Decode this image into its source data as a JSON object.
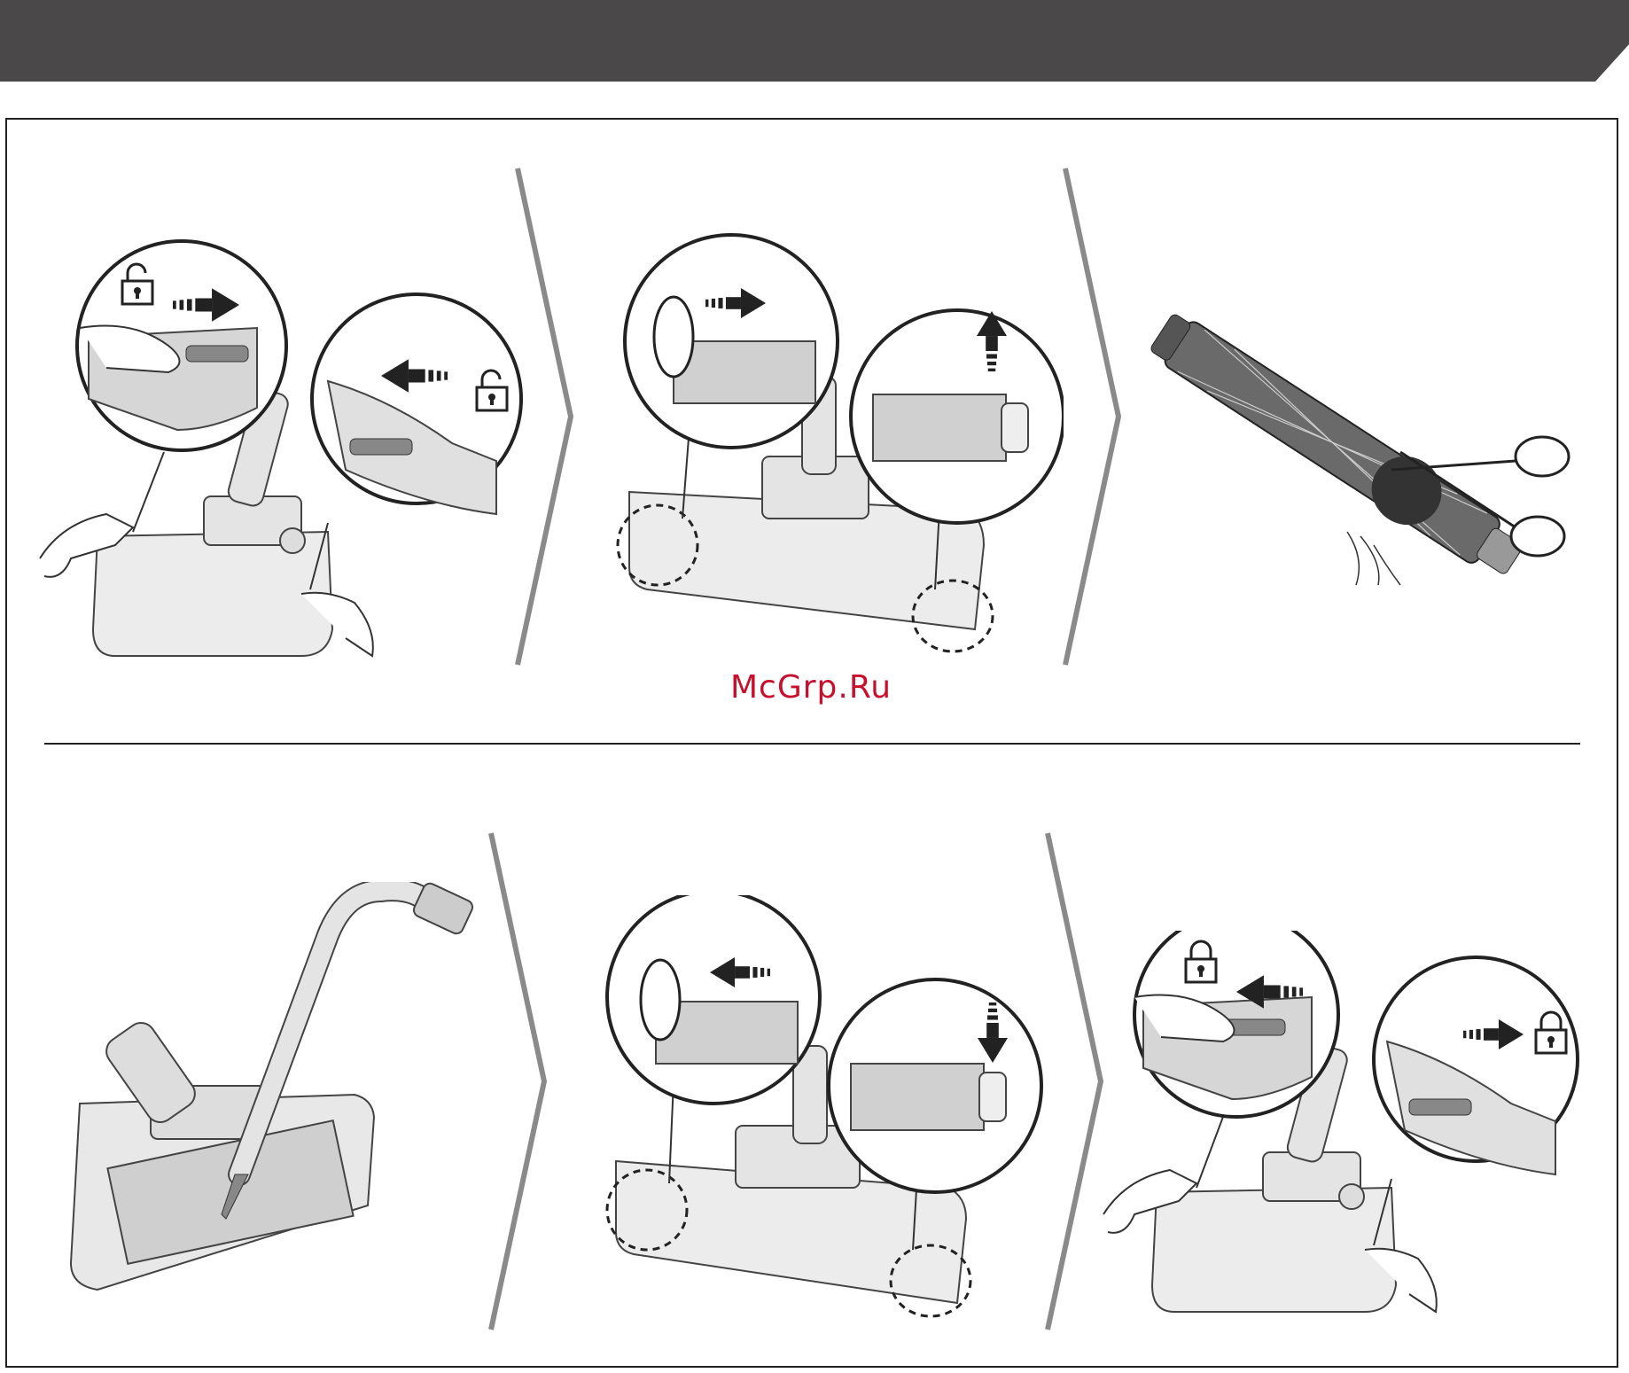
{
  "watermark": "McGrp.Ru",
  "colors": {
    "header": "#4a4849",
    "separator": "#8a8a8a",
    "watermark": "#c8102e",
    "line": "#222222",
    "part_fill": "#e4e4e4"
  },
  "icons": {
    "unlocked": "unlock-icon",
    "locked": "lock-icon",
    "scissors": "scissors-icon",
    "arrow": "arrow-icon"
  },
  "steps": [
    {
      "id": 1,
      "illustration": "unlock-brush-cover"
    },
    {
      "id": 2,
      "illustration": "remove-brush-roll"
    },
    {
      "id": 3,
      "illustration": "cut-hair-from-brush"
    },
    {
      "id": 4,
      "illustration": "vacuum-nozzle-interior"
    },
    {
      "id": 5,
      "illustration": "insert-brush-roll"
    },
    {
      "id": 6,
      "illustration": "lock-brush-cover"
    }
  ]
}
